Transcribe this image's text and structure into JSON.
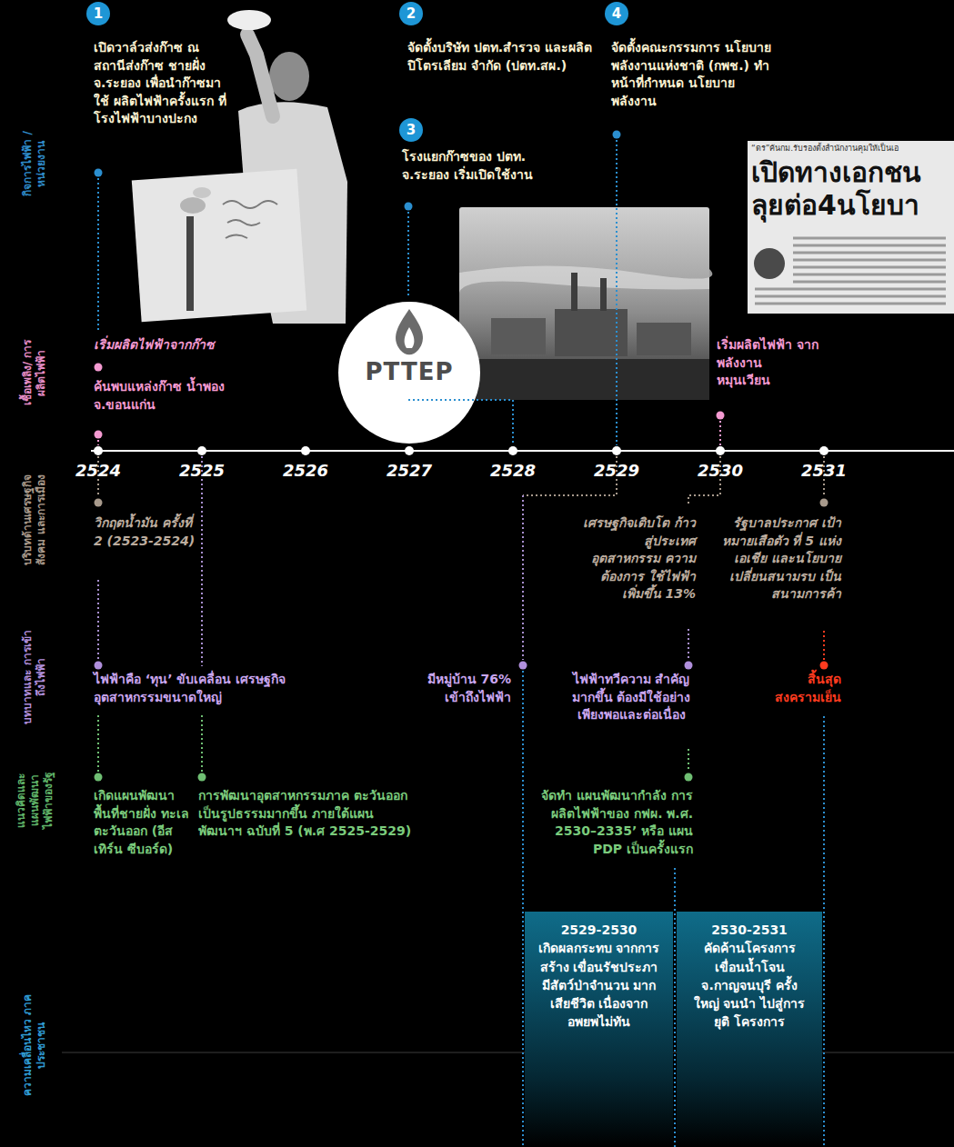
{
  "diagram": {
    "nodes": [
      {
        "text": [
          "1"
        ]
      },
      {
        "text": [
          "2"
        ]
      },
      {
        "text": [
          "3"
        ]
      },
      {
        "text": [
          "4"
        ]
      },
      {
        "text": [
          "PTTEP"
        ]
      },
      {
        "text": [
          "2529-2530",
          "เกิดผลกระทบ จากการสร้าง เขื่อนรัชประภา มีสัตว์ป่าจำนวน มากเสียชีวิต เนื่องจาก อพยพไม่ทัน"
        ]
      },
      {
        "text": [
          "2530-2531",
          "คัดค้านโครงการ เขื่อนน้ำโจน จ.กาญจนบุรี ครั้งใหญ่ จนนำ ไปสู่การยุติ โครงการ"
        ]
      }
    ],
    "labels": [
      "กิจการไฟฟ้า /หน่วยงาน",
      "เปิดวาล์วส่งก๊าซ ณ สถานีส่งก๊าซ ชายฝั่ง จ.ระยอง เพื่อนำก๊าซมาใช้ ผลิตไฟฟ้าครั้งแรก ที่โรงไฟฟ้าบางปะกง",
      "จัดตั้งบริษัท ปตท.สำรวจ และผลิตปิโตรเลียม จำกัด (ปตท.สผ.)",
      "โรงแยกก๊าซของ ปตท. จ.ระยอง เริ่มเปิดใช้งาน",
      "จัดตั้งคณะกรรมการ นโยบายพลังงานแห่งชาติ (กพช.) ทำหน้าที่กำหนด นโยบายพลังงาน",
      "“ดร”ค้นกม.รับรองตั้งสำนักงานคุมให้เป็นเอ",
      "เปิดทางเอกชน",
      "ลุยต่อ4นโยบา",
      "เชื้อเพลิง/ การผลิตไฟฟ้า",
      "เริ่มผลิตไฟฟ้าจากก๊าซ",
      "ค้นพบแหล่งก๊าซ น้ำพอง จ.ขอนแก่น",
      "เริ่มผลิตไฟฟ้า จากพลังงาน หมุนเวียน",
      "2524",
      "2525",
      "2526",
      "2527",
      "2528",
      "2529",
      "2530",
      "2531",
      "บริบทด้านเศรษฐกิจ สังคม และการเมือง",
      "วิกฤตน้ำมัน ครั้งที่ 2 (2523-2524)",
      "เศรษฐกิจเติบโต ก้าวสู่ประเทศ อุตสาหกรรม ความต้องการ ใช้ไฟฟ้า เพิ่มขึ้น 13%",
      "รัฐบาลประกาศ เป้าหมายเสือตัว ที่ 5 แห่งเอเชีย และนโยบาย เปลี่ยนสนามรบ เป็นสนามการค้า",
      "บทบาทและ การเข้าถึงไฟฟ้า",
      "ไฟฟ้าคือ ‘ทุน’ ขับเคลื่อน เศรษฐกิจอุตสาหกรรมขนาดใหญ่",
      "มีหมู่บ้าน 76% เข้าถึงไฟฟ้า",
      "ไฟฟ้าทวีความ สำคัญมากขึ้น ต้องมีใช้อย่าง เพียงพอและต่อเนื่อง",
      "สิ้นสุด สงครามเย็น",
      "แนวคิดและ แผนพัฒนา ไฟฟ้าของรัฐ",
      "เกิดแผนพัฒนา พื้นที่ชายฝั่ง ทะเลตะวันออก (อีสเทิร์น ซีบอร์ด)",
      "การพัฒนาอุตสาหกรรมภาค ตะวันออกเป็นรูปธรรมมากขึ้น ภายใต้แผนพัฒนาฯ ฉบับที่ 5 (พ.ศ 2525-2529)",
      "จัดทำ แผนพัฒนากำลัง การผลิตไฟฟ้าของ กฟผ. พ.ศ. 2530–2335’ หรือ แผน PDP เป็นครั้งแรก",
      "ความเคลื่อนไหว ภาคประชาชน"
    ]
  }
}
